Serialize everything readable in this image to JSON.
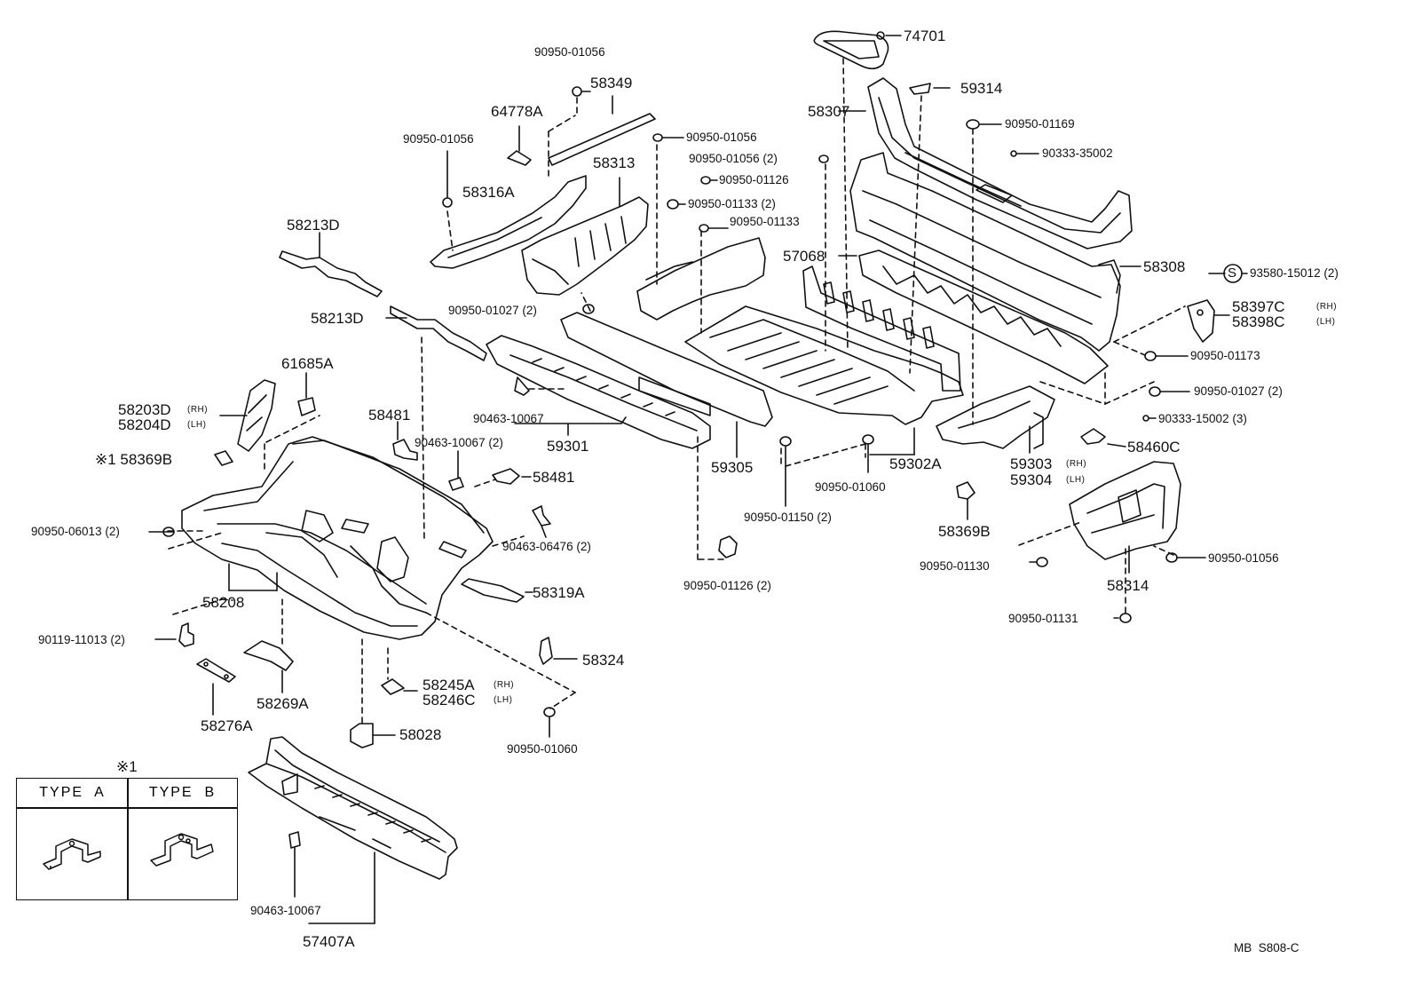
{
  "diagram": {
    "code": "MB  S808-C",
    "legend": {
      "marker": "※1",
      "type_a": "TYPE  A",
      "type_b": "TYPE  B"
    },
    "part_labels": {
      "p74701": "74701",
      "p59314": "59314",
      "p58307": "58307",
      "p90950_01169": "90950-01169",
      "p90333_35002": "90333-35002",
      "p90950_01056_top": "90950-01056",
      "p58349": "58349",
      "p64778A": "64778A",
      "p90950_01056_left": "90950-01056",
      "p90950_01056_mid": "90950-01056",
      "p90950_01056_2": "90950-01056 (2)",
      "p90950_01126_top": "90950-01126",
      "p58313": "58313",
      "p90950_01133_2": "90950-01133 (2)",
      "p90950_01133": "90950-01133",
      "p58316A": "58316A",
      "p58213D_top": "58213D",
      "p57068": "57068",
      "p58308": "58308",
      "p93580": "93580-15012 (2)",
      "p58397C": "58397C",
      "p58398C": "58398C",
      "p90950_01027_2_left": "90950-01027 (2)",
      "p58213D_mid": "58213D",
      "p90950_01173": "90950-01173",
      "p61685A": "61685A",
      "p90950_01027_2_right": "90950-01027 (2)",
      "p58203D": "58203D",
      "p58204D": "58204D",
      "p58481_top": "58481",
      "p90463_10067_a": "90463-10067",
      "p90333_15002": "90333-15002 (3)",
      "p59301": "59301",
      "p90463_10067_2": "90463-10067 (2)",
      "p58460C": "58460C",
      "p58369B_left": "※1 58369B",
      "p59305": "59305",
      "p59302A": "59302A",
      "p59303": "59303",
      "p59304": "59304",
      "p58481_mid": "58481",
      "p90950_01060_mid": "90950-01060",
      "p90950_06013": "90950-06013 (2)",
      "p90950_01150": "90950-01150 (2)",
      "p58369B_right": "58369B",
      "p90463_06476": "90463-06476 (2)",
      "p90950_01130": "90950-01130",
      "p90950_01056_right": "90950-01056",
      "p90950_01126_2": "90950-01126 (2)",
      "p58319A": "58319A",
      "p58314": "58314",
      "p58208": "58208",
      "p90950_01131": "90950-01131",
      "p90119": "90119-11013 (2)",
      "p58324": "58324",
      "p58245A": "58245A",
      "p58246C": "58246C",
      "p58269A": "58269A",
      "p58276A": "58276A",
      "p58028": "58028",
      "p90950_01060_bot": "90950-01060",
      "p90463_10067_bot": "90463-10067",
      "p57407A": "57407A"
    },
    "side_tags": {
      "rh": "(RH)",
      "lh": "(LH)",
      "s_marker": "S"
    }
  }
}
